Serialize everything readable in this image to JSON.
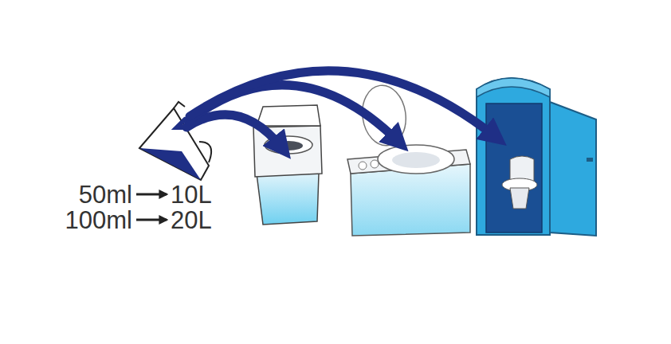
{
  "diagram": {
    "labels": [
      "50ml",
      "10L",
      "100ml",
      "20L"
    ]
  }
}
